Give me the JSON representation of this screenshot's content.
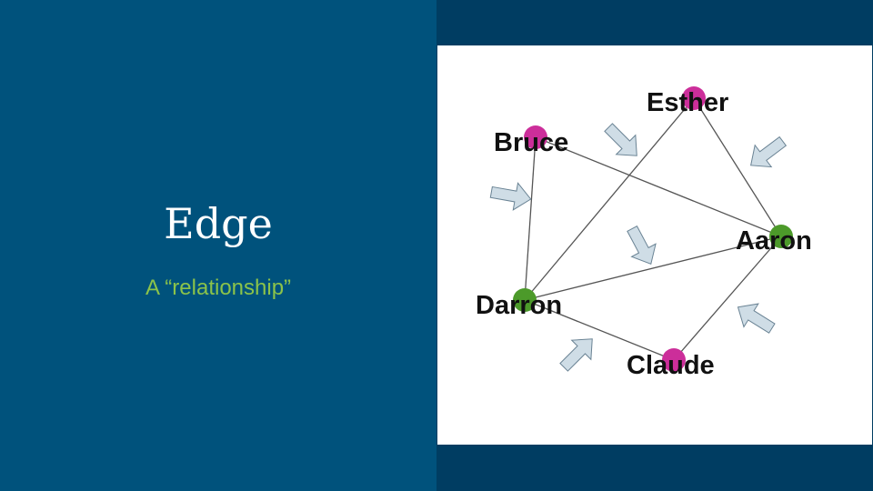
{
  "slide": {
    "title": "Edge",
    "subtitle": "A “relationship”"
  },
  "graph": {
    "nodes": [
      {
        "id": "esther",
        "label": "Esther",
        "color": "#cc2e9a"
      },
      {
        "id": "bruce",
        "label": "Bruce",
        "color": "#cc2e9a"
      },
      {
        "id": "aaron",
        "label": "Aaron",
        "color": "#4c9a2a"
      },
      {
        "id": "darron",
        "label": "Darron",
        "color": "#4c9a2a"
      },
      {
        "id": "claude",
        "label": "Claude",
        "color": "#cc2e9a"
      }
    ],
    "edges": [
      {
        "from": "esther",
        "to": "darron"
      },
      {
        "from": "esther",
        "to": "aaron"
      },
      {
        "from": "bruce",
        "to": "aaron"
      },
      {
        "from": "bruce",
        "to": "darron"
      },
      {
        "from": "darron",
        "to": "aaron"
      },
      {
        "from": "darron",
        "to": "claude"
      },
      {
        "from": "claude",
        "to": "aaron"
      }
    ],
    "arrow_color": "#cfdde6"
  }
}
